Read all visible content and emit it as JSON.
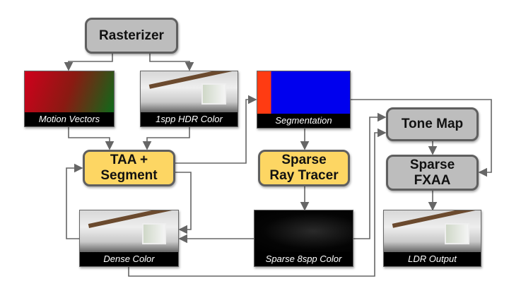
{
  "nodes": {
    "rasterizer": "Rasterizer",
    "taa_segment": "TAA +\nSegment",
    "sparse_ray_tracer": "Sparse\nRay Tracer",
    "tone_map": "Tone Map",
    "sparse_fxaa": "Sparse\nFXAA"
  },
  "images": {
    "motion_vectors": "Motion Vectors",
    "hdr_color": "1spp HDR Color",
    "segmentation": "Segmentation",
    "dense_color": "Dense Color",
    "sparse_color": "Sparse 8spp Color",
    "ldr_output": "LDR Output"
  },
  "colors": {
    "process_gray": "#bdbdbd",
    "process_yellow": "#fdd663",
    "arrow": "#666666"
  }
}
